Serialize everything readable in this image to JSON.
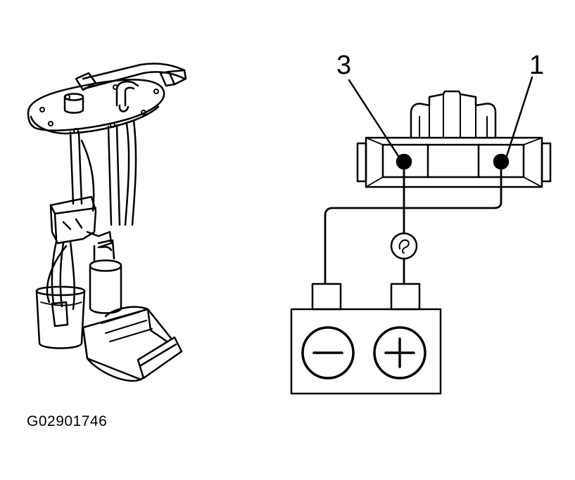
{
  "diagram": {
    "pin_labels": {
      "left_pin": "3",
      "right_pin": "1"
    },
    "figure_id": "G02901746"
  },
  "colors": {
    "ink": "#000000",
    "paper": "#ffffff",
    "shade": "#d9d9d9"
  }
}
